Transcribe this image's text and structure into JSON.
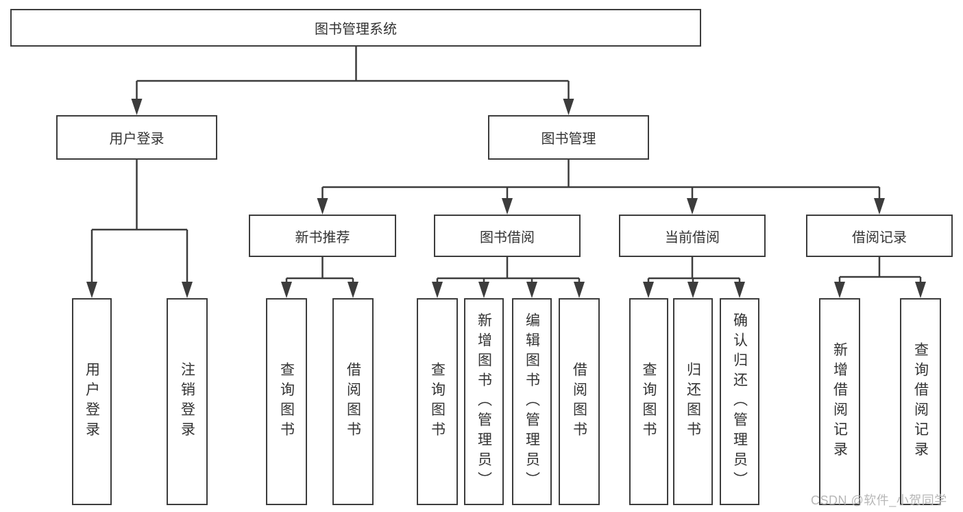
{
  "tree": {
    "label": "图书管理系统",
    "children": [
      {
        "label": "用户登录",
        "children": [
          {
            "label": "用户登录"
          },
          {
            "label": "注销登录"
          }
        ]
      },
      {
        "label": "图书管理",
        "children": [
          {
            "label": "新书推荐",
            "children": [
              {
                "label": "查询图书"
              },
              {
                "label": "借阅图书"
              }
            ]
          },
          {
            "label": "图书借阅",
            "children": [
              {
                "label": "查询图书"
              },
              {
                "label": "新增图书（管理员）"
              },
              {
                "label": "编辑图书（管理员）"
              },
              {
                "label": "借阅图书"
              }
            ]
          },
          {
            "label": "当前借阅",
            "children": [
              {
                "label": "查询图书"
              },
              {
                "label": "归还图书"
              },
              {
                "label": "确认归还（管理员）"
              }
            ]
          },
          {
            "label": "借阅记录",
            "children": [
              {
                "label": "新增借阅记录"
              },
              {
                "label": "查询借阅记录"
              }
            ]
          }
        ]
      }
    ]
  },
  "watermark": {
    "text": "CSDN @软件_小贺同学"
  },
  "colors": {
    "line": "#3c3c3c",
    "text": "#333333",
    "background": "#ffffff",
    "watermark": "#b7b7b7"
  }
}
